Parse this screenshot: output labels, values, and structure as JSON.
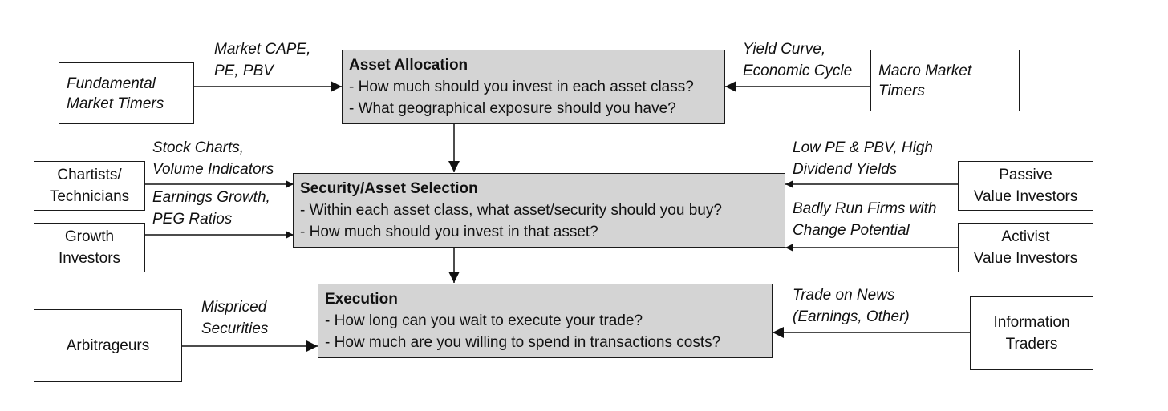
{
  "process_boxes": {
    "asset_allocation": {
      "title": "Asset Allocation",
      "questions": [
        "- How much should you invest in each asset class?",
        "- What geographical exposure should you have?"
      ]
    },
    "security_selection": {
      "title": "Security/Asset Selection",
      "questions": [
        "- Within each asset class, what asset/security should you buy?",
        "- How much should you invest in that asset?"
      ]
    },
    "execution": {
      "title": "Execution",
      "questions": [
        "- How long can you wait to execute your trade?",
        "- How much are you willing to spend in transactions costs?"
      ]
    }
  },
  "actors": {
    "fundamental_market_timers": [
      "Fundamental",
      "Market Timers"
    ],
    "macro_market_timers": [
      "Macro Market",
      "Timers"
    ],
    "chartists": [
      "Chartists/",
      "Technicians"
    ],
    "growth_investors": [
      "Growth",
      "Investors"
    ],
    "passive_value_investors": [
      "Passive",
      "Value Investors"
    ],
    "activist_value_investors": [
      "Activist",
      "Value Investors"
    ],
    "arbitrageurs": [
      "Arbitrageurs"
    ],
    "information_traders": [
      "Information",
      "Traders"
    ]
  },
  "edge_labels": {
    "market_cape": [
      "Market CAPE,",
      "PE, PBV"
    ],
    "yield_curve": [
      "Yield Curve,",
      "Economic Cycle"
    ],
    "stock_charts": [
      "Stock Charts,",
      "Volume Indicators"
    ],
    "earnings_growth": [
      "Earnings Growth,",
      "PEG Ratios"
    ],
    "low_pe": [
      "Low PE & PBV, High",
      "Dividend Yields"
    ],
    "badly_run": [
      "Badly Run Firms with",
      "Change Potential"
    ],
    "mispriced": [
      "Mispriced",
      "Securities"
    ],
    "trade_on_news": [
      "Trade on News",
      "(Earnings, Other)"
    ]
  }
}
